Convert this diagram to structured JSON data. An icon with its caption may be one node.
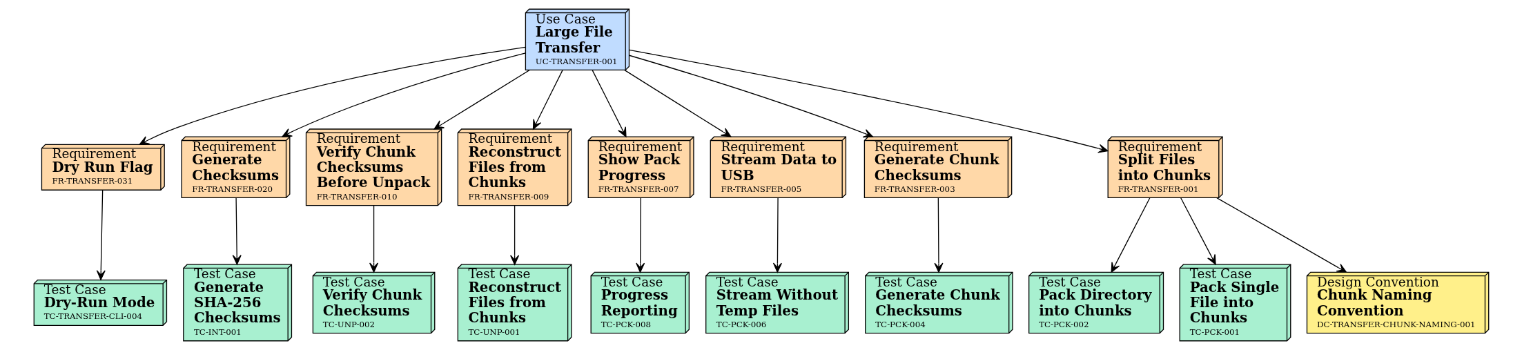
{
  "diagram": {
    "nodes": [
      {
        "text": [
          "Use Case",
          "Large File Transfer",
          "UC-TRANSFER-001"
        ]
      },
      {
        "text": [
          "Requirement",
          "Dry Run Flag",
          "FR-TRANSFER-031"
        ]
      },
      {
        "text": [
          "Requirement",
          "Generate Checksums",
          "FR-TRANSFER-020"
        ]
      },
      {
        "text": [
          "Requirement",
          "Verify Chunk Checksums Before Unpack",
          "FR-TRANSFER-010"
        ]
      },
      {
        "text": [
          "Requirement",
          "Reconstruct Files from Chunks",
          "FR-TRANSFER-009"
        ]
      },
      {
        "text": [
          "Requirement",
          "Show Pack Progress",
          "FR-TRANSFER-007"
        ]
      },
      {
        "text": [
          "Requirement",
          "Stream Data to USB",
          "FR-TRANSFER-005"
        ]
      },
      {
        "text": [
          "Requirement",
          "Generate Chunk Checksums",
          "FR-TRANSFER-003"
        ]
      },
      {
        "text": [
          "Requirement",
          "Split Files into Chunks",
          "FR-TRANSFER-001"
        ]
      },
      {
        "text": [
          "Test Case",
          "Dry-Run Mode",
          "TC-TRANSFER-CLI-004"
        ]
      },
      {
        "text": [
          "Test Case",
          "Generate SHA-256 Checksums",
          "TC-INT-001"
        ]
      },
      {
        "text": [
          "Test Case",
          "Verify Chunk Checksums",
          "TC-UNP-002"
        ]
      },
      {
        "text": [
          "Test Case",
          "Reconstruct Files from Chunks",
          "TC-UNP-001"
        ]
      },
      {
        "text": [
          "Test Case",
          "Progress Reporting",
          "TC-PCK-008"
        ]
      },
      {
        "text": [
          "Test Case",
          "Stream Without Temp Files",
          "TC-PCK-006"
        ]
      },
      {
        "text": [
          "Test Case",
          "Generate Chunk Checksums",
          "TC-PCK-004"
        ]
      },
      {
        "text": [
          "Test Case",
          "Pack Directory into Chunks",
          "TC-PCK-002"
        ]
      },
      {
        "text": [
          "Test Case",
          "Pack Single File into Chunks",
          "TC-PCK-001"
        ]
      },
      {
        "text": [
          "Design Convention",
          "Chunk Naming Convention",
          "DC-TRANSFER-CHUNK-NAMING-001"
        ]
      }
    ],
    "edges": [
      {
        "from": 0,
        "to": 1,
        "arrow": "to"
      },
      {
        "from": 0,
        "to": 2,
        "arrow": "to"
      },
      {
        "from": 0,
        "to": 3,
        "arrow": "to"
      },
      {
        "from": 0,
        "to": 4,
        "arrow": "to"
      },
      {
        "from": 0,
        "to": 5,
        "arrow": "to"
      },
      {
        "from": 0,
        "to": 6,
        "arrow": "to"
      },
      {
        "from": 0,
        "to": 7,
        "arrow": "to"
      },
      {
        "from": 0,
        "to": 8,
        "arrow": "to"
      },
      {
        "from": 1,
        "to": 9,
        "arrow": "to"
      },
      {
        "from": 2,
        "to": 10,
        "arrow": "to"
      },
      {
        "from": 3,
        "to": 11,
        "arrow": "to"
      },
      {
        "from": 4,
        "to": 12,
        "arrow": "to"
      },
      {
        "from": 5,
        "to": 13,
        "arrow": "to"
      },
      {
        "from": 6,
        "to": 14,
        "arrow": "to"
      },
      {
        "from": 7,
        "to": 15,
        "arrow": "to"
      },
      {
        "from": 8,
        "to": 16,
        "arrow": "to"
      },
      {
        "from": 8,
        "to": 17,
        "arrow": "to"
      },
      {
        "from": 8,
        "to": 18,
        "arrow": "to"
      }
    ]
  }
}
